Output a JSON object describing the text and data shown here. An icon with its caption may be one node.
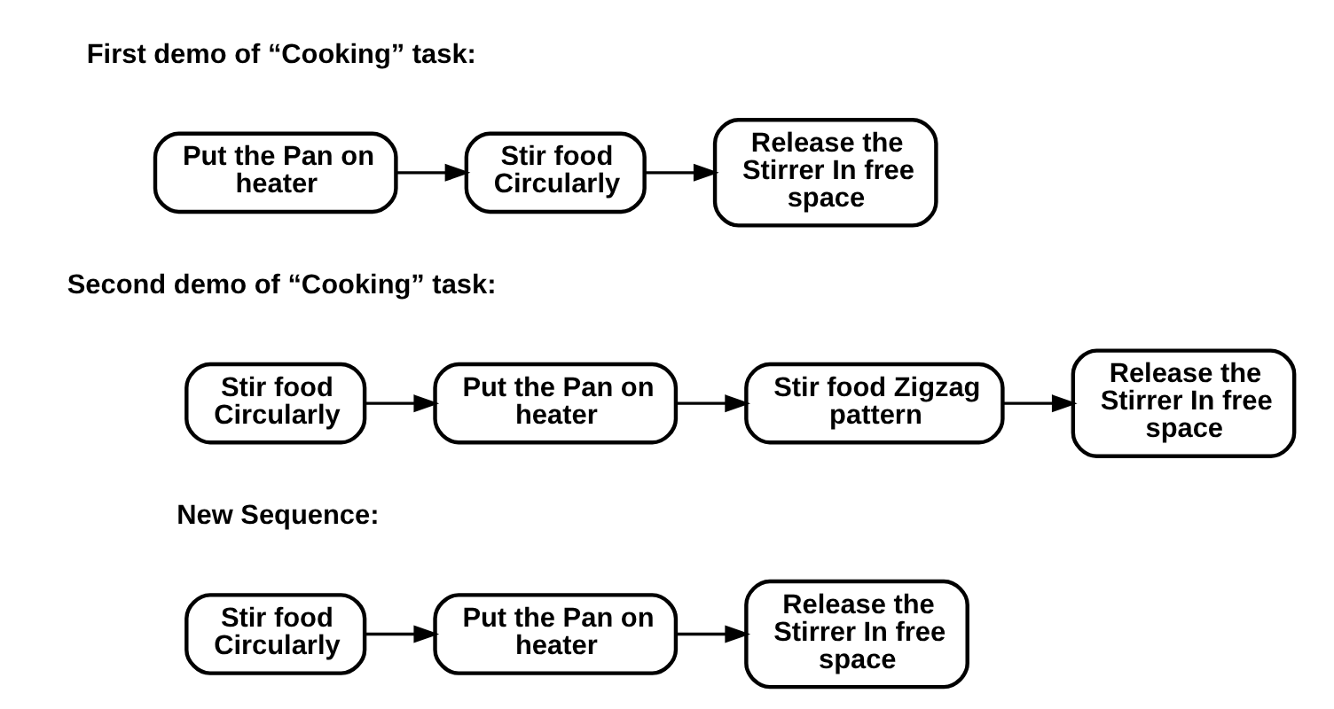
{
  "diagram": {
    "nodes": [
      {
        "text": [
          "Put the Pan on heater"
        ]
      },
      {
        "text": [
          "Stir food Circularly"
        ]
      },
      {
        "text": [
          "Release the Stirrer In free space"
        ]
      },
      {
        "text": [
          "Stir food Circularly"
        ]
      },
      {
        "text": [
          "Put the Pan on heater"
        ]
      },
      {
        "text": [
          "Stir food Zigzag pattern"
        ]
      },
      {
        "text": [
          "Release the Stirrer In free space"
        ]
      },
      {
        "text": [
          "Stir food Circularly"
        ]
      },
      {
        "text": [
          "Put the Pan on heater"
        ]
      },
      {
        "text": [
          "Release the Stirrer In free space"
        ]
      }
    ],
    "edges": [
      {
        "from": 0,
        "to": 1,
        "arrow": "to"
      },
      {
        "from": 1,
        "to": 2,
        "arrow": "to"
      },
      {
        "from": 3,
        "to": 4,
        "arrow": "to"
      },
      {
        "from": 4,
        "to": 5,
        "arrow": "to"
      },
      {
        "from": 5,
        "to": 6,
        "arrow": "to"
      },
      {
        "from": 7,
        "to": 8,
        "arrow": "to"
      },
      {
        "from": 8,
        "to": 9,
        "arrow": "to"
      }
    ],
    "labels": [
      "First demo of “Cooking” task:",
      "Second demo of “Cooking” task:",
      "New Sequence:"
    ]
  }
}
